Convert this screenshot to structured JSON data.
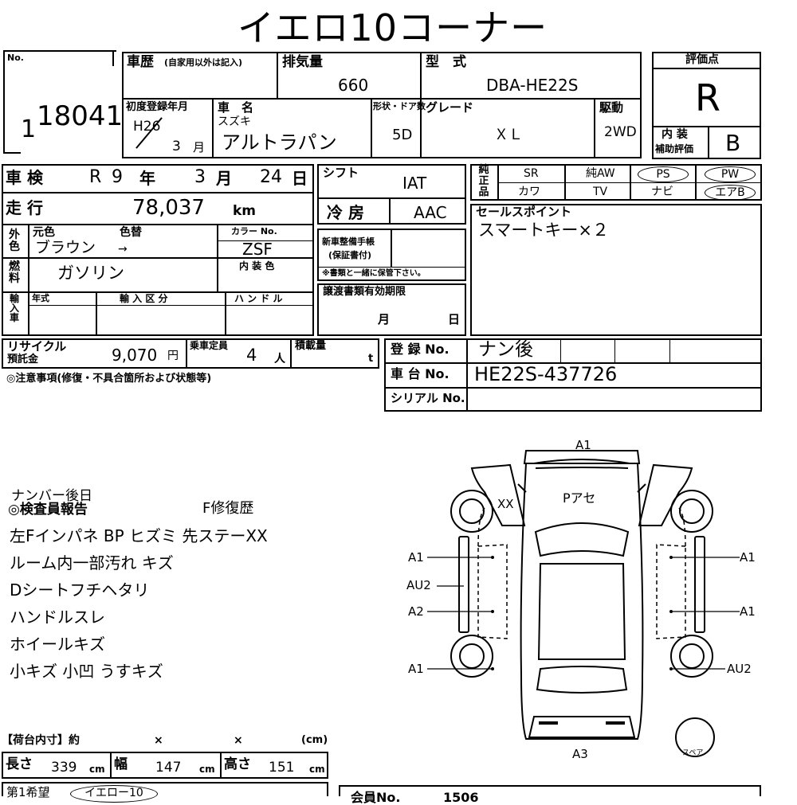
{
  "title": "イエロ10コーナー",
  "no": {
    "label": "No.",
    "value": "18041",
    "prefix": "1"
  },
  "history": {
    "label": "車歴",
    "sub": "(自家用以外は記入)"
  },
  "displacement": {
    "label": "排気量",
    "value": "660"
  },
  "model": {
    "label": "型　式",
    "value": "DBA-HE22S"
  },
  "rating": {
    "label": "評価点",
    "value": "R",
    "interior_label1": "内 装",
    "interior_label2": "補助評価",
    "interior_value": "B"
  },
  "first_reg": {
    "label": "初度登録年月",
    "year": "H26",
    "month": "3",
    "month_unit": "月"
  },
  "car_name": {
    "label": "車　名",
    "maker": "スズキ",
    "value": "アルトラパン"
  },
  "doors": {
    "label": "形状・ドア数",
    "value": "5D"
  },
  "grade": {
    "label": "グレード",
    "value": "ＸＬ"
  },
  "drive": {
    "label": "駆動",
    "value": "2WD"
  },
  "inspection": {
    "label": "車 検",
    "era": "R",
    "year": "9",
    "year_unit": "年",
    "month": "3",
    "month_unit": "月",
    "day": "24",
    "day_unit": "日"
  },
  "mileage": {
    "label": "走 行",
    "value": "78,037",
    "unit": "km"
  },
  "shift": {
    "label": "シフト",
    "value": "IAT"
  },
  "aircon": {
    "label": "冷 房",
    "value": "AAC"
  },
  "genuine": {
    "label": "純正品",
    "items": [
      "SR",
      "純AW",
      "PS",
      "PW",
      "カワ",
      "TV",
      "ナビ",
      "エアB"
    ]
  },
  "exterior": {
    "label": "外色",
    "orig_label": "元色",
    "change_label": "色替",
    "value": "ブラウン",
    "arrow": "→",
    "color_no_label": "カラー No.",
    "color_no": "ZSF",
    "interior_color_label": "内 装 色"
  },
  "fuel": {
    "label": "燃料",
    "value": "ガソリン"
  },
  "manual": {
    "label1": "新車整備手帳",
    "label2": "(保証書付)",
    "note": "※書類と一緒に保管下さい。"
  },
  "transfer": {
    "label": "譲渡書類有効期限",
    "month_unit": "月",
    "day_unit": "日"
  },
  "sales_point": {
    "label": "セールスポイント",
    "value": "スマートキー×２"
  },
  "import": {
    "label": "輸入車",
    "year_label": "年式",
    "type_label": "輸 入 区 分",
    "handle_label": "ハ ン ド ル"
  },
  "recycle": {
    "label1": "リサイクル",
    "label2": "預託金",
    "value": "9,070",
    "unit": "円"
  },
  "capacity": {
    "label": "乗車定員",
    "value": "4",
    "unit": "人"
  },
  "load": {
    "label": "積載量",
    "unit": "t"
  },
  "registration": {
    "label": "登 録 No.",
    "value": "ナン後"
  },
  "chassis": {
    "label": "車 台 No.",
    "value": "HE22S-437726"
  },
  "serial": {
    "label": "シリアル No."
  },
  "notes_label": "◎注意事項(修復・不具合箇所および状態等)",
  "report": {
    "top": "ナンバー後日",
    "title": "◎検査員報告",
    "repair": "F修復歴",
    "lines": [
      "左Fインパネ BP  ヒズミ  先ステーXX",
      "ルーム内一部汚れ  キズ",
      "Dシートフチヘタリ",
      "ハンドルスレ",
      "ホイールキズ",
      "小キズ  小凹  うすキズ"
    ]
  },
  "diagram": {
    "marks": {
      "front": "A1",
      "rear": "A3",
      "left_front_tire": "XX",
      "roof": "Pアセ",
      "l1": "A1",
      "l2": "AU2",
      "l3": "A2",
      "l4": "A1",
      "r1": "A1",
      "r2": "A1",
      "r3": "AU2"
    },
    "spare": "スペア"
  },
  "cargo": {
    "label": "【荷台内寸】約",
    "x1": "×",
    "x2": "×",
    "unit": "(cm)",
    "length_label": "長さ",
    "length": "339",
    "width_label": "幅",
    "width": "147",
    "height_label": "高さ",
    "height": "151",
    "cm": "cm"
  },
  "wish": {
    "label": "第1希望",
    "value": "イエロー10"
  },
  "member": {
    "label": "会員No.",
    "value": "1506"
  }
}
